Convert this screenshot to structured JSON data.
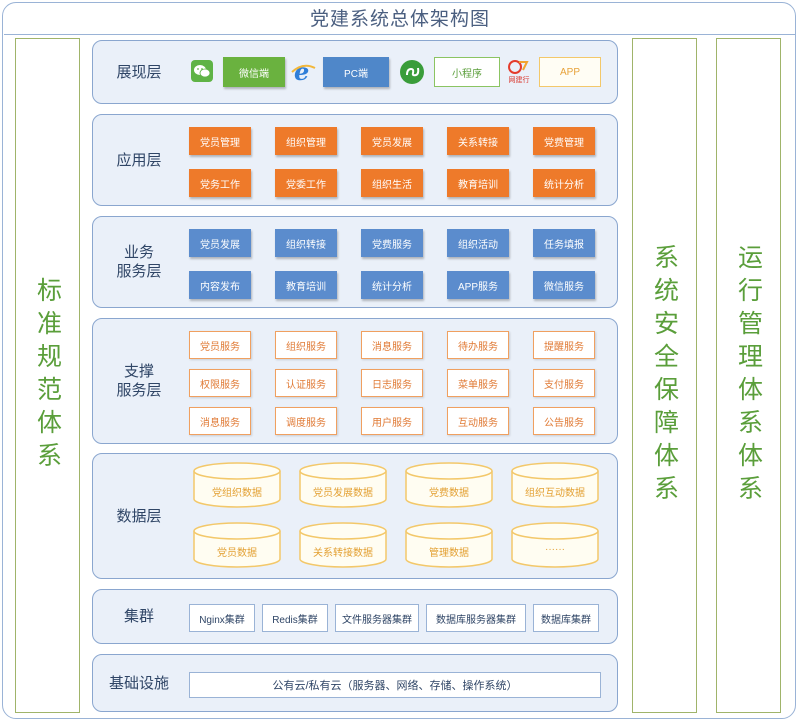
{
  "title": "党建系统总体架构图",
  "left_column": "标准规范体系",
  "right_columns": [
    "系统安全保障体系",
    "运行管理体系体系"
  ],
  "layers": {
    "presentation": {
      "label": "展现层",
      "items": [
        {
          "icon": "wechat-icon",
          "label": "微信端"
        },
        {
          "icon": "ie-browser-icon",
          "label": "PC端"
        },
        {
          "icon": "mini-program-icon",
          "label": "小程序"
        },
        {
          "icon": "app-logo-icon",
          "icon_text": "网建行",
          "label": "APP"
        }
      ]
    },
    "application": {
      "label": "应用层",
      "rows": [
        [
          "党员管理",
          "组织管理",
          "党员发展",
          "关系转接",
          "党费管理"
        ],
        [
          "党务工作",
          "党委工作",
          "组织生活",
          "教育培训",
          "统计分析"
        ]
      ]
    },
    "business": {
      "label": "业务\n服务层",
      "rows": [
        [
          "党员发展",
          "组织转接",
          "党费服务",
          "组织活动",
          "任务填报"
        ],
        [
          "内容发布",
          "教育培训",
          "统计分析",
          "APP服务",
          "微信服务"
        ]
      ]
    },
    "support": {
      "label": "支撑\n服务层",
      "rows": [
        [
          "党员服务",
          "组织服务",
          "消息服务",
          "待办服务",
          "提醒服务"
        ],
        [
          "权限服务",
          "认证服务",
          "日志服务",
          "菜单服务",
          "支付服务"
        ],
        [
          "消息服务",
          "调度服务",
          "用户服务",
          "互动服务",
          "公告服务"
        ]
      ]
    },
    "data": {
      "label": "数据层",
      "rows": [
        [
          "党组织数据",
          "党员发展数据",
          "党费数据",
          "组织互动数据"
        ],
        [
          "党员数据",
          "关系转接数据",
          "管理数据",
          "······"
        ]
      ]
    },
    "cluster": {
      "label": "集群",
      "items": [
        "Nginx集群",
        "Redis集群",
        "文件服务器集群",
        "数据库服务器集群",
        "数据库集群"
      ]
    },
    "infrastructure": {
      "label": "基础设施",
      "content": "公有云/私有云（服务器、网络、存储、操作系统）"
    }
  },
  "colors": {
    "orange": "#ee7a2a",
    "blue": "#5b8ccd",
    "green": "#5a9e3a",
    "panel": "#eaf0f9",
    "border": "#8aa6cf"
  }
}
